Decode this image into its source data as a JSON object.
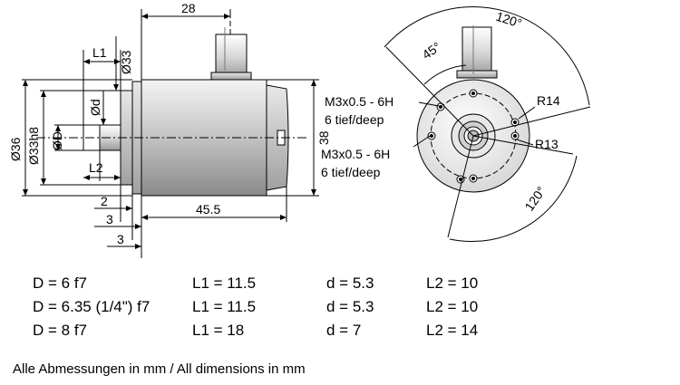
{
  "side_view": {
    "dim_28": "28",
    "dim_L1": "L1",
    "dim_d33": "Ø33",
    "dim_d36": "Ø36",
    "dim_d33h8": "Ø33h8",
    "dim_D": "ØD",
    "dim_d": "Ød",
    "dim_L2": "L2",
    "dim_2": "2",
    "dim_3a": "3",
    "dim_3b": "3",
    "dim_455": "45.5",
    "dim_38": "38"
  },
  "front_view": {
    "angle_120_top": "120°",
    "angle_45": "45°",
    "angle_120_bottom": "120°",
    "thread_1": "M3x0.5 - 6H",
    "depth_1": "6 tief/deep",
    "thread_2": "M3x0.5 - 6H",
    "depth_2": "6 tief/deep",
    "r14": "R14",
    "r13": "R13"
  },
  "variants": [
    {
      "D": "D = 6 f7",
      "L1": "L1 = 11.5",
      "d": "d = 5.3",
      "L2": "L2 = 10"
    },
    {
      "D": "D = 6.35 (1/4\") f7",
      "L1": "L1 = 11.5",
      "d": "d = 5.3",
      "L2": "L2 = 10"
    },
    {
      "D": "D = 8 f7",
      "L1": "L1 = 18",
      "d": "d = 7",
      "L2": "L2 = 14"
    }
  ],
  "footnote": "Alle Abmessungen in mm / All dimensions in mm"
}
